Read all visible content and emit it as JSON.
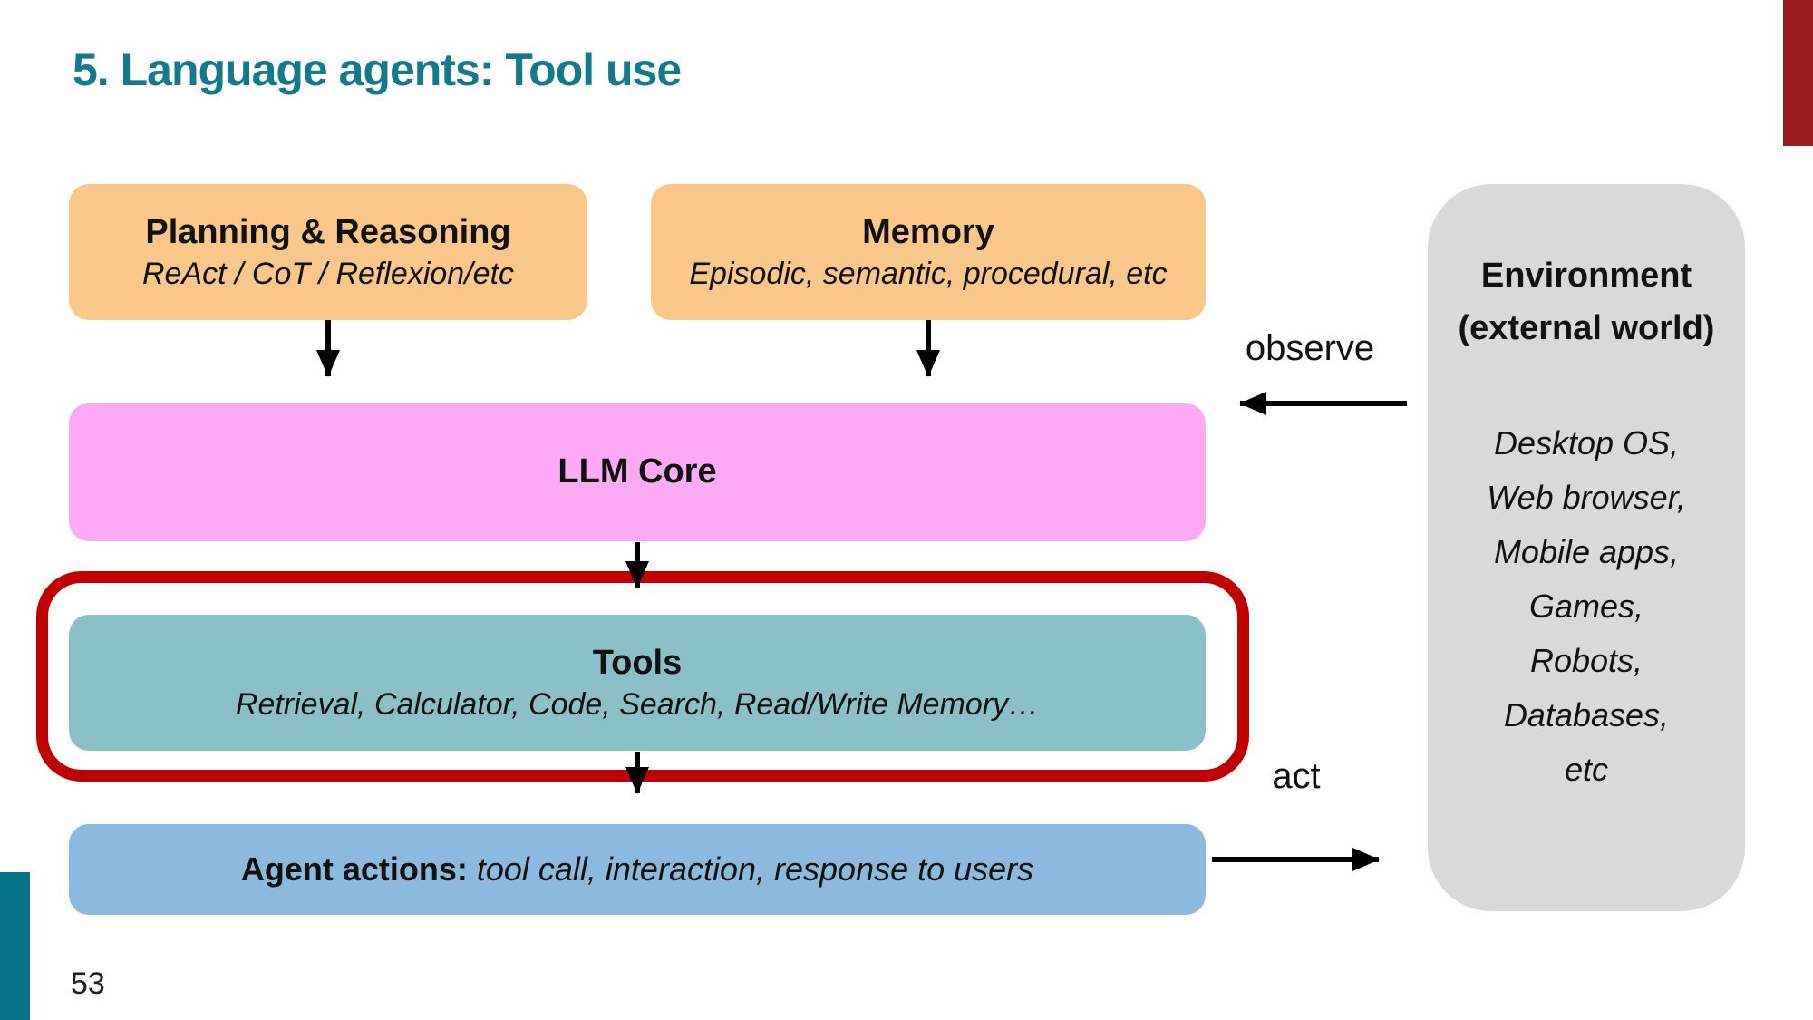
{
  "slide": {
    "title": "5. Language agents: Tool use",
    "page_number": "53"
  },
  "boxes": {
    "planning": {
      "title": "Planning & Reasoning",
      "subtitle": "ReAct / CoT / Reflexion/etc"
    },
    "memory": {
      "title": "Memory",
      "subtitle": "Episodic, semantic, procedural, etc"
    },
    "llm_core": {
      "title": "LLM Core"
    },
    "tools": {
      "title": "Tools",
      "subtitle": "Retrieval, Calculator, Code, Search, Read/Write Memory…"
    },
    "agent_actions": {
      "label_bold": "Agent actions:",
      "label_italic": " tool call, interaction, response to users"
    },
    "environment": {
      "title_line1": "Environment",
      "title_line2": "(external world)",
      "items": [
        "Desktop OS,",
        "Web browser,",
        "Mobile apps,",
        "Games,",
        "Robots,",
        "Databases,",
        "etc"
      ]
    }
  },
  "labels": {
    "observe": "observe",
    "act": "act"
  },
  "colors": {
    "title_teal": "#15798c",
    "accent_bar_red": "#9a1b1b",
    "accent_bar_teal": "#077386",
    "box_orange": "#fac78a",
    "box_pink": "#fcaaf4",
    "box_tools_teal": "#8bc0c9",
    "box_agent_blue": "#8cbade",
    "box_env_gray": "#d9d9d9",
    "highlight_outline_red": "#c00000",
    "arrow_black": "#000000"
  }
}
